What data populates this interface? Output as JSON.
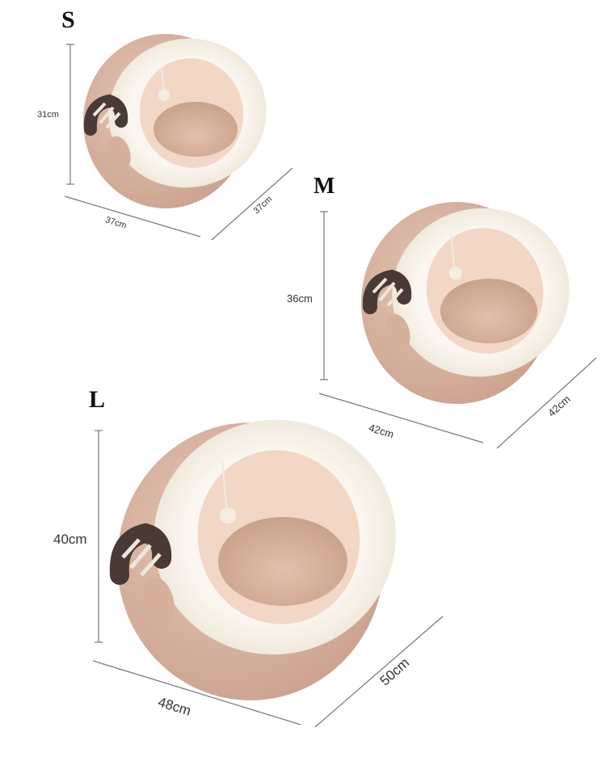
{
  "sizes": {
    "s": {
      "label": "S",
      "height": "31cm",
      "width": "37cm",
      "depth": "37cm"
    },
    "m": {
      "label": "M",
      "height": "36cm",
      "width": "42cm",
      "depth": "42cm"
    },
    "l": {
      "label": "L",
      "height": "40cm",
      "width": "48cm",
      "depth": "50cm"
    }
  },
  "colors": {
    "plush_pink": "#d9b3a1",
    "rim_cream": "#f6f0e6",
    "inner_bed": "#d8b29c",
    "tail_dark": "#4a3a36",
    "tail_light": "#efe6dc"
  }
}
